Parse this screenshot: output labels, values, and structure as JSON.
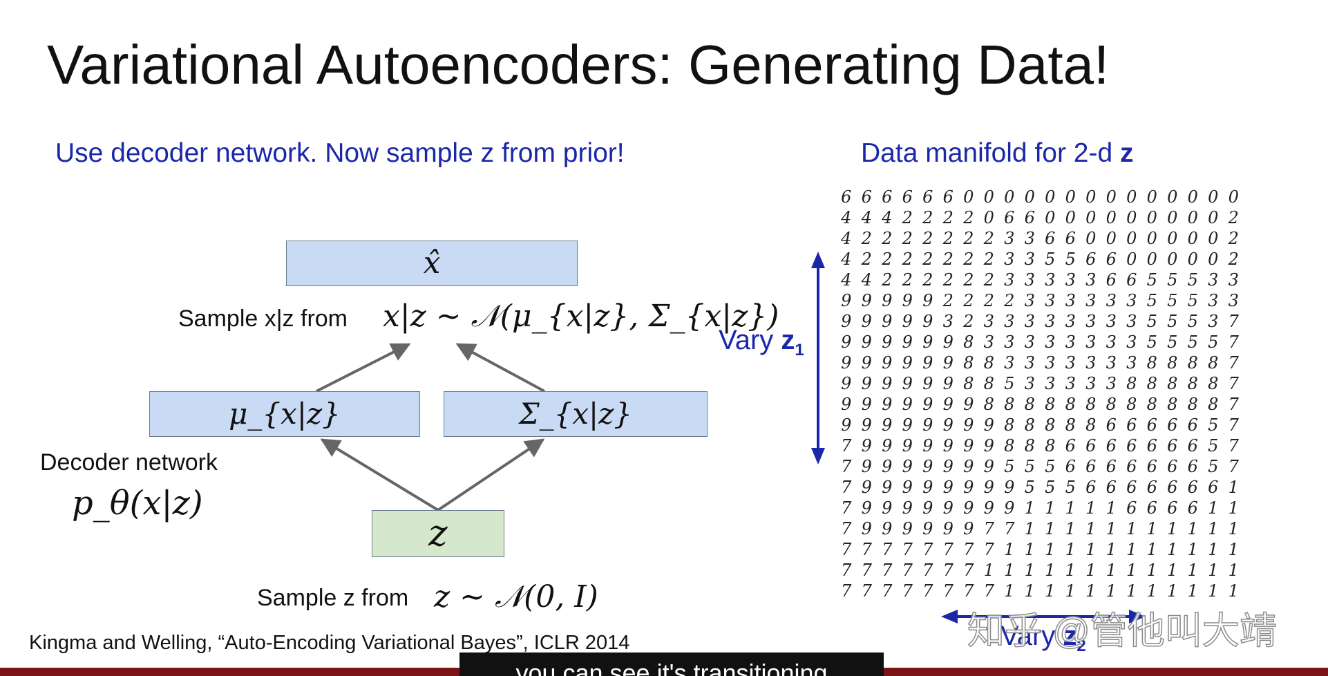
{
  "slide": {
    "title": "Variational Autoencoders: Generating Data!",
    "left_heading": "Use decoder network.  Now sample z from prior!",
    "right_heading": "Data manifold for 2-d",
    "right_heading_bold": "z",
    "colors": {
      "heading_blue": "#1a27a8",
      "box_blue": "#c9daf4",
      "box_green": "#d6e8cc",
      "arrow": "#666666",
      "bar": "#7a1416"
    }
  },
  "diagram": {
    "xhat_box": "x̂",
    "sample_x_label": "Sample x|z from",
    "sample_x_formula": "x|z ~ 𝒩(μ_{x|z}, Σ_{x|z})",
    "mu_box": "μ_{x|z}",
    "sigma_box": "Σ_{x|z}",
    "decoder_label": "Decoder network",
    "decoder_formula": "p_θ(x|z)",
    "z_box": "z",
    "sample_z_label": "Sample z from",
    "sample_z_formula": "z ~ 𝒩(0, I)"
  },
  "manifold": {
    "vary_z1_label": "Vary",
    "vary_z1_var": "z",
    "vary_z1_sub": "1",
    "vary_z2_label": "Vary",
    "vary_z2_var": "z",
    "vary_z2_sub": "2",
    "rows": [
      "66666600000000000000",
      "44422220660000000002",
      "42222222336600000002",
      "42222222335566000002",
      "44222222333336655533",
      "99999222233333355533",
      "99999323333333355537",
      "99999983333333355557",
      "99999988333333388887",
      "99999988533333888887",
      "99999998888888888887",
      "99999999888886666657",
      "79999999888666666657",
      "79999999555666666657",
      "79999999955566666661",
      "79999999911111666611",
      "79999997711111111111",
      "77777777111111111111",
      "77777771111111111111",
      "77777777111111111111"
    ]
  },
  "footer": {
    "citation": "Kingma and Welling, “Auto-Encoding Variational Bayes”, ICLR 2014",
    "subtitle": "you can see it's transitioning",
    "watermark": "知乎 @管他叫大靖"
  }
}
